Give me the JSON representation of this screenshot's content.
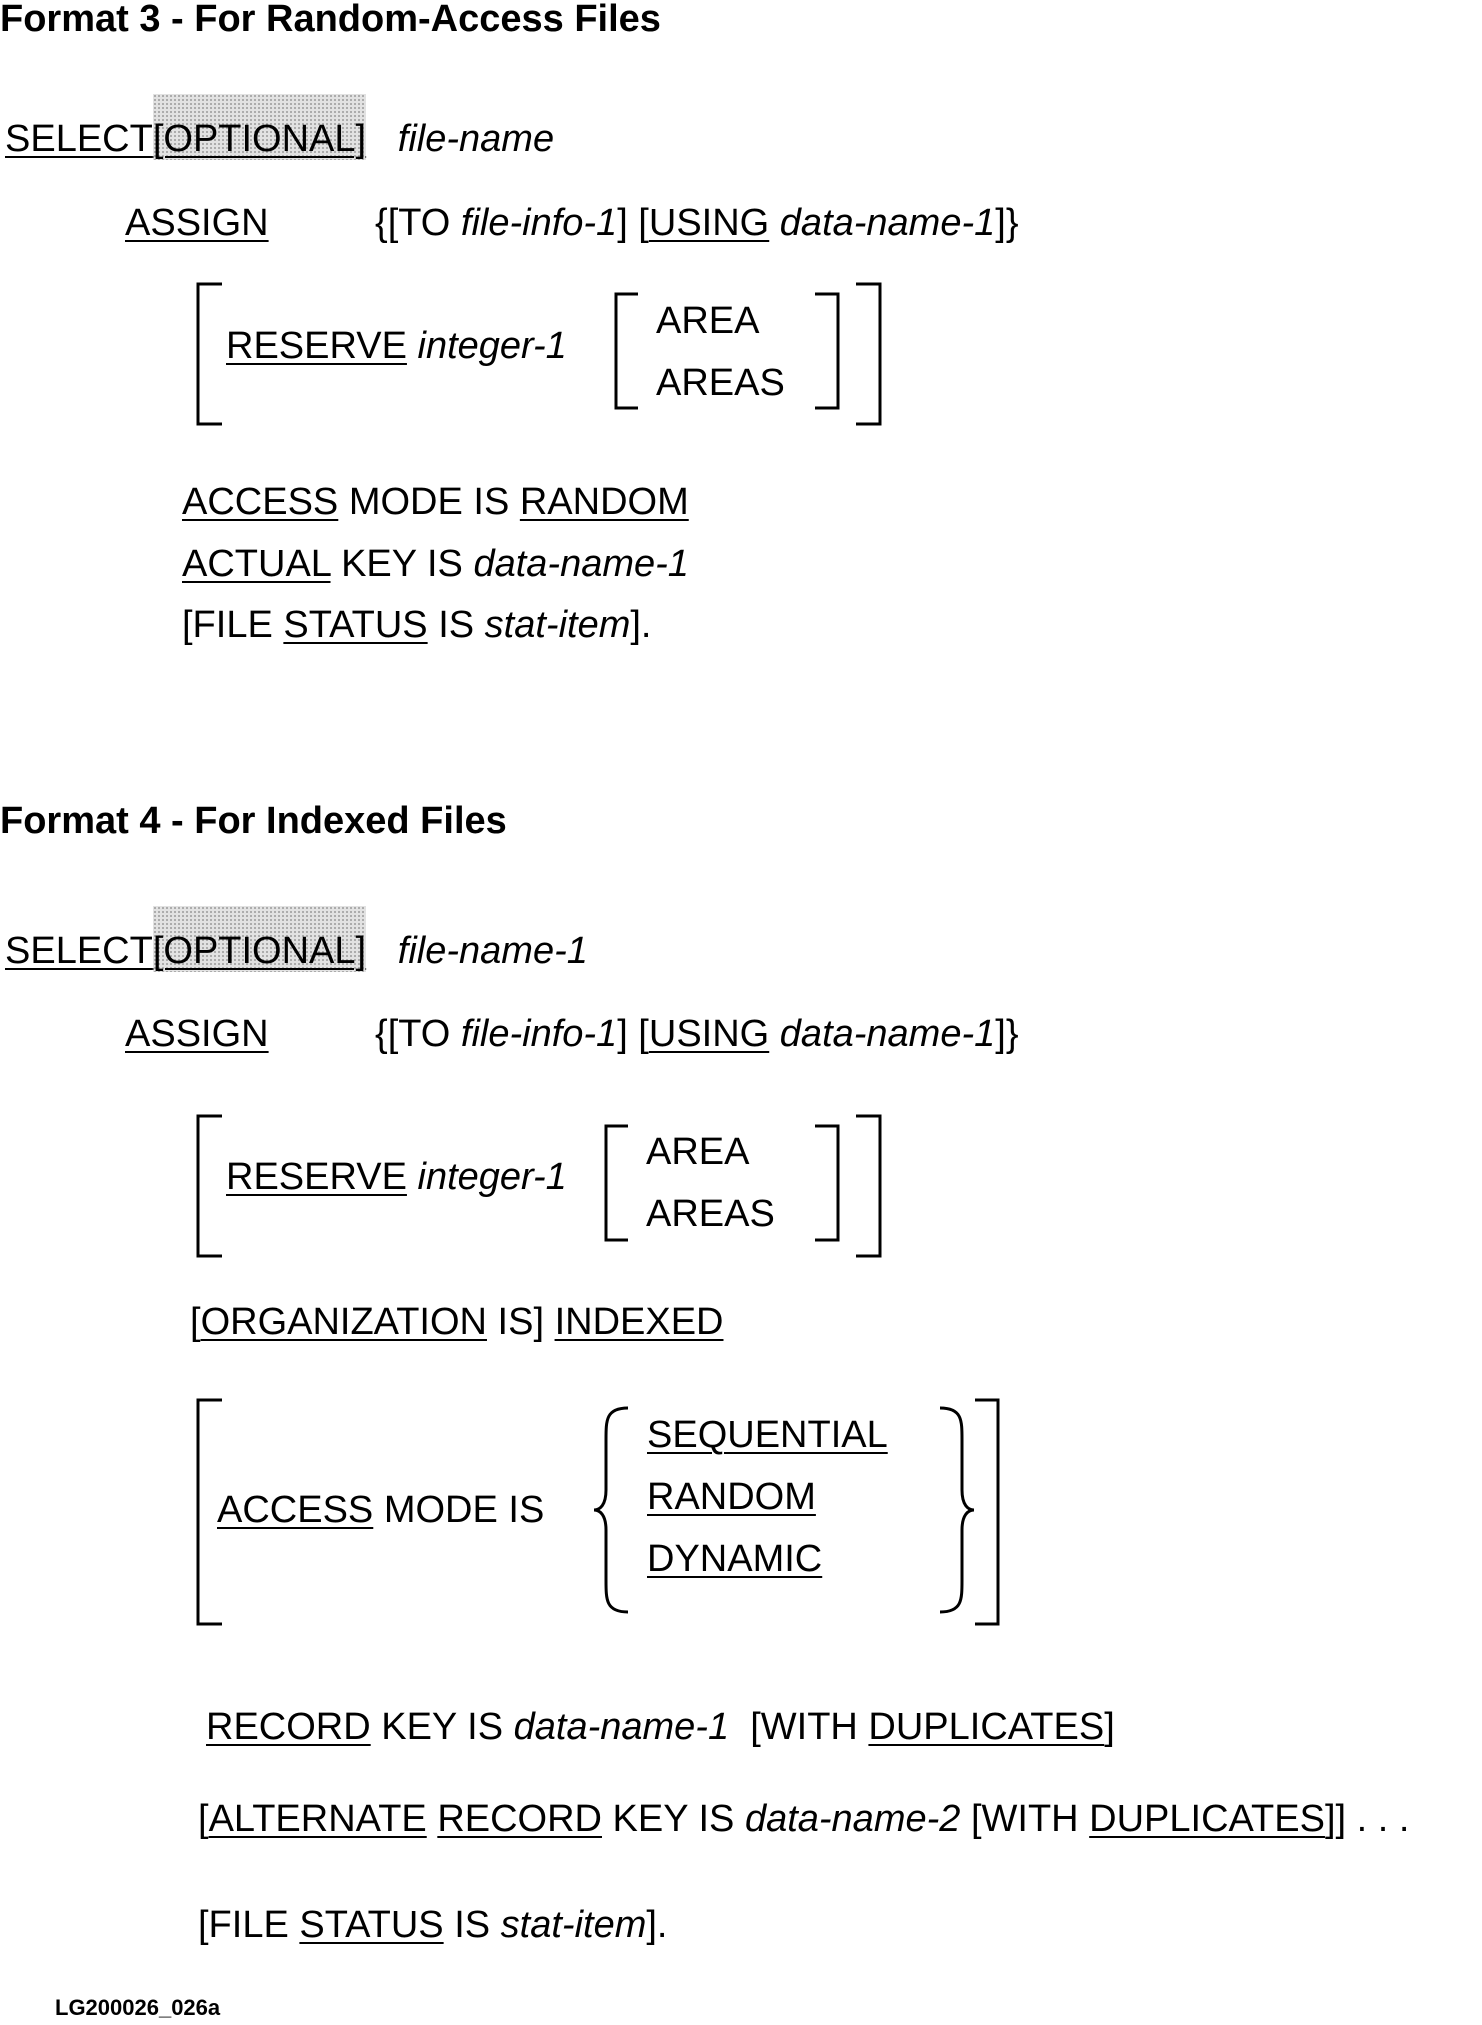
{
  "format3": {
    "heading": "Format 3 - For Random-Access Files",
    "select": {
      "kw": "SELECT",
      "opt": "[OPTIONAL]",
      "name": "file-name"
    },
    "assign": {
      "kw": "ASSIGN",
      "open": "{[TO ",
      "info": "file-info-1",
      "mid": "] [",
      "using": "USING",
      "sp": " ",
      "dn": "data-name-1",
      "close": "]}"
    },
    "reserve": {
      "kw": "RESERVE",
      "int": "integer-1",
      "area": "AREA",
      "areas": "AREAS"
    },
    "access": {
      "kw": "ACCESS",
      "mid": " MODE IS ",
      "mode": "RANDOM"
    },
    "actual": {
      "kw": "ACTUAL",
      "mid": " KEY IS ",
      "dn": "data-name-1"
    },
    "status": {
      "pre": "[FILE ",
      "kw": "STATUS",
      "mid": " IS ",
      "item": "stat-item",
      "end": "]."
    }
  },
  "format4": {
    "heading": "Format 4 - For Indexed Files",
    "select": {
      "kw": "SELECT",
      "opt": "[OPTIONAL]",
      "name": "file-name-1"
    },
    "assign": {
      "kw": "ASSIGN",
      "open": "{[TO ",
      "info": "file-info-1",
      "mid": "] [",
      "using": "USING",
      "sp": " ",
      "dn": "data-name-1",
      "close": "]}"
    },
    "reserve": {
      "kw": "RESERVE",
      "int": "integer-1",
      "area": "AREA",
      "areas": "AREAS"
    },
    "org": {
      "pre": "[",
      "kw": "ORGANIZATION",
      "mid": " IS] ",
      "val": "INDEXED"
    },
    "access": {
      "kw": "ACCESS",
      "mid": " MODE IS",
      "seq": "SEQUENTIAL",
      "random": "RANDOM",
      "dynamic": "DYNAMIC"
    },
    "recordkey": {
      "kw": "RECORD",
      "mid": " KEY IS ",
      "dn": "data-name-1",
      "with": "  [WITH ",
      "dup": "DUPLICATES",
      "end": "]"
    },
    "altkey": {
      "pre": "[",
      "alt": "ALTERNATE",
      "sp": " ",
      "rec": "RECORD",
      "mid": " KEY IS ",
      "dn": "data-name-2",
      "with": " [WITH ",
      "dup": "DUPLICATES",
      "end": "]] . . ."
    },
    "status": {
      "pre": "[FILE ",
      "kw": "STATUS",
      "mid": " IS ",
      "item": "stat-item",
      "end": "]."
    }
  },
  "figure_id": "LG200026_026a"
}
